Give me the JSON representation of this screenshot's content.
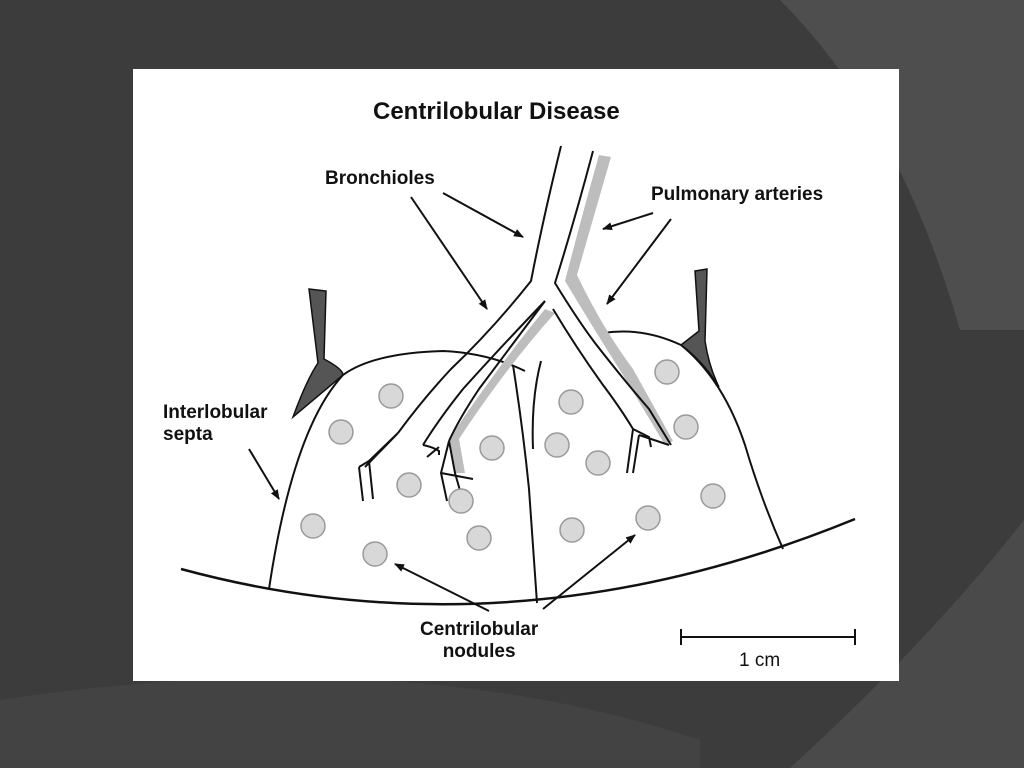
{
  "diagram": {
    "title": "Centrilobular Disease",
    "labels": {
      "bronchioles": "Bronchioles",
      "pulmonary_arteries": "Pulmonary arteries",
      "interlobular_septa_line1": "Interlobular",
      "interlobular_septa_line2": "septa",
      "centrilobular_nodules_line1": "Centrilobular",
      "centrilobular_nodules_line2": "nodules",
      "scale": "1 cm"
    }
  },
  "colors": {
    "slide_background": "#3c3c3c",
    "slide_swoosh": "#4e4e4e",
    "figure_background": "#ffffff",
    "line": "#111111",
    "septa_fill": "#555555",
    "artery_fill": "#bdbdbd",
    "nodule_fill": "#d8d8d8"
  }
}
